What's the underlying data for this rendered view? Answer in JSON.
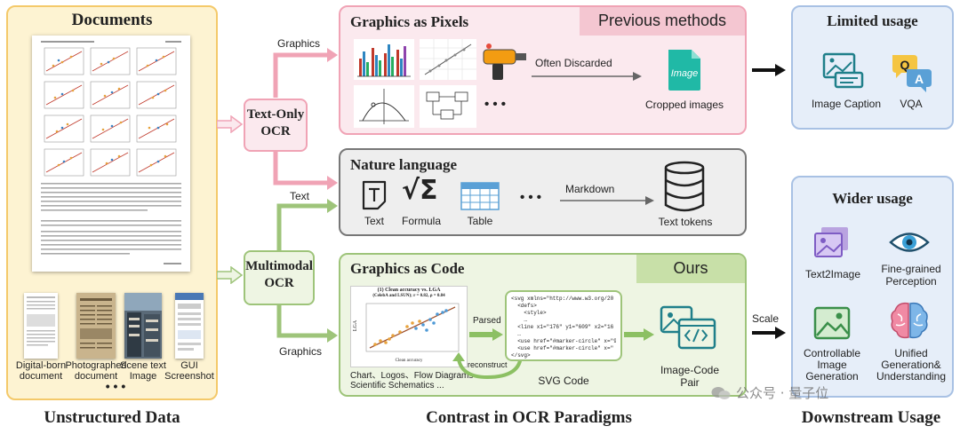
{
  "documents": {
    "title": "Documents",
    "types": [
      {
        "label": "Digital-born\ndocument"
      },
      {
        "label": "Photographed\ndocument"
      },
      {
        "label": "Scene text\nImage"
      },
      {
        "label": "GUI\nScreenshot"
      }
    ],
    "more": "• • •",
    "footer": "Unstructured Data"
  },
  "ocr_paradigms": {
    "text_only": "Text-Only\nOCR",
    "multimodal": "Multimodal\nOCR",
    "edge_graphics_top": "Graphics",
    "edge_text": "Text",
    "edge_graphics_bottom": "Graphics",
    "footer": "Contrast in OCR Paradigms"
  },
  "pixels_panel": {
    "title": "Graphics as Pixels",
    "badge": "Previous methods",
    "more": "• • •",
    "arrow_label": "Often Discarded",
    "image_icon_label": "Image",
    "result_label": "Cropped images"
  },
  "nature_panel": {
    "title": "Nature language",
    "items": [
      "Text",
      "Formula",
      "Table"
    ],
    "more": "• • •",
    "arrow_label": "Markdown",
    "result_label": "Text tokens"
  },
  "code_panel": {
    "title": "Graphics as Code",
    "badge": "Ours",
    "chart_title": "(1) Clean accuracy vs. LGA",
    "chart_subtitle": "(CelebA and LSUN); r = 0.82, ρ = 0.84",
    "chart_xlabel": "Clean accuracy",
    "chart_ylabel": "LGA",
    "chart_caption": "Chart、Logos、Flow Diagrams\nScientific Schematics ...",
    "parsed_label": "Parsed",
    "reconstruct_label": "reconstruct",
    "svg_lines": [
      "<svg xmlns=\"http://www.w3.org/20 …",
      "  <defs>",
      "    <style>",
      "    …",
      "  <line x1=\"176\" y1=\"609\" x2=\"16 …",
      "  …",
      "  <use href=\"#marker-circle\" x=\"9 …",
      "  <use href=\"#marker-circle\" x=\" …",
      "</svg>"
    ],
    "svg_label": "SVG Code",
    "pair_label": "Image-Code\nPair"
  },
  "downstream": {
    "limited_title": "Limited usage",
    "limited_items": [
      "Image Caption",
      "VQA"
    ],
    "vqa_q": "Q",
    "vqa_a": "A",
    "scale_label": "Scale",
    "wider_title": "Wider usage",
    "wider_items": [
      "Text2Image",
      "Fine-grained\nPerception",
      "Controllable\nImage\nGeneration",
      "Unified\nGeneration&\nUnderstanding"
    ],
    "footer": "Downstream Usage"
  },
  "watermark": "公众号 · 量子位",
  "colors": {
    "documents_bg": "#fdf3d2",
    "documents_border": "#f4c96a",
    "pink_bg": "#fbe9ee",
    "pink_border": "#f0a3b5",
    "pink_badge": "#f4c6d1",
    "gray_bg": "#eeeeee",
    "gray_border": "#777777",
    "green_bg": "#eef5e3",
    "green_border": "#9ec47a",
    "green_badge": "#c8e0a8",
    "blue_bg": "#e6eef9",
    "blue_border": "#a8c1e4",
    "teal": "#1f7f8a"
  }
}
